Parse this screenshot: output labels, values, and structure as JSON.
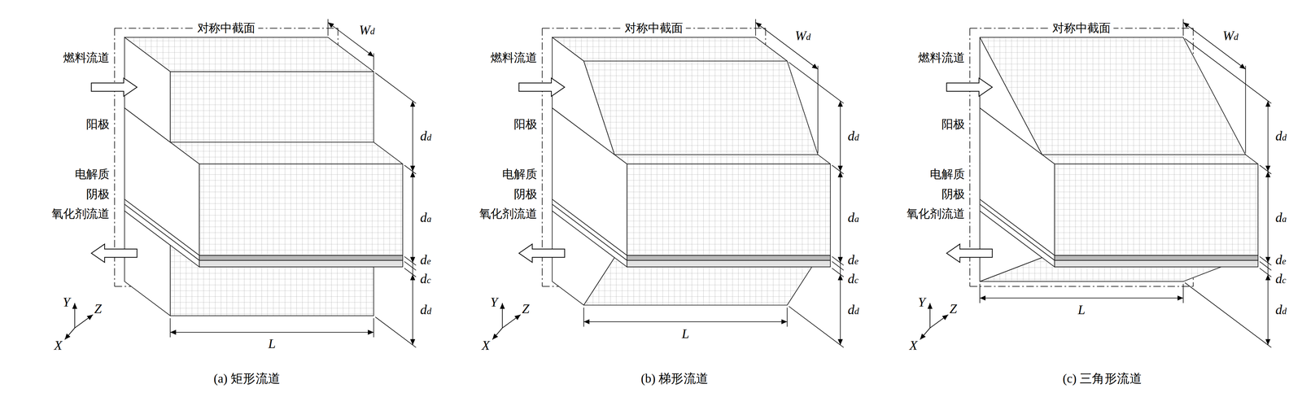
{
  "diagram": {
    "labels": [
      "对称中截面",
      "Wd",
      "dd",
      "燃料流道",
      "阳极",
      "da",
      "电解质",
      "de",
      "阴极",
      "dc",
      "氧化剂流道",
      "dd",
      "Y",
      "Z",
      "X",
      "L",
      "(a) 矩形流道",
      "对称中截面",
      "Wd",
      "dd",
      "燃料流道",
      "阳极",
      "da",
      "电解质",
      "de",
      "阴极",
      "dc",
      "氧化剂流道",
      "dd",
      "Y",
      "Z",
      "X",
      "L",
      "(b) 梯形流道",
      "对称中截面",
      "Wd",
      "dd",
      "燃料流道",
      "阳极",
      "da",
      "电解质",
      "de",
      "阴极",
      "dc",
      "氧化剂流道",
      "dd",
      "Y",
      "Z",
      "X",
      "L",
      "(c) 三角形流道"
    ]
  }
}
